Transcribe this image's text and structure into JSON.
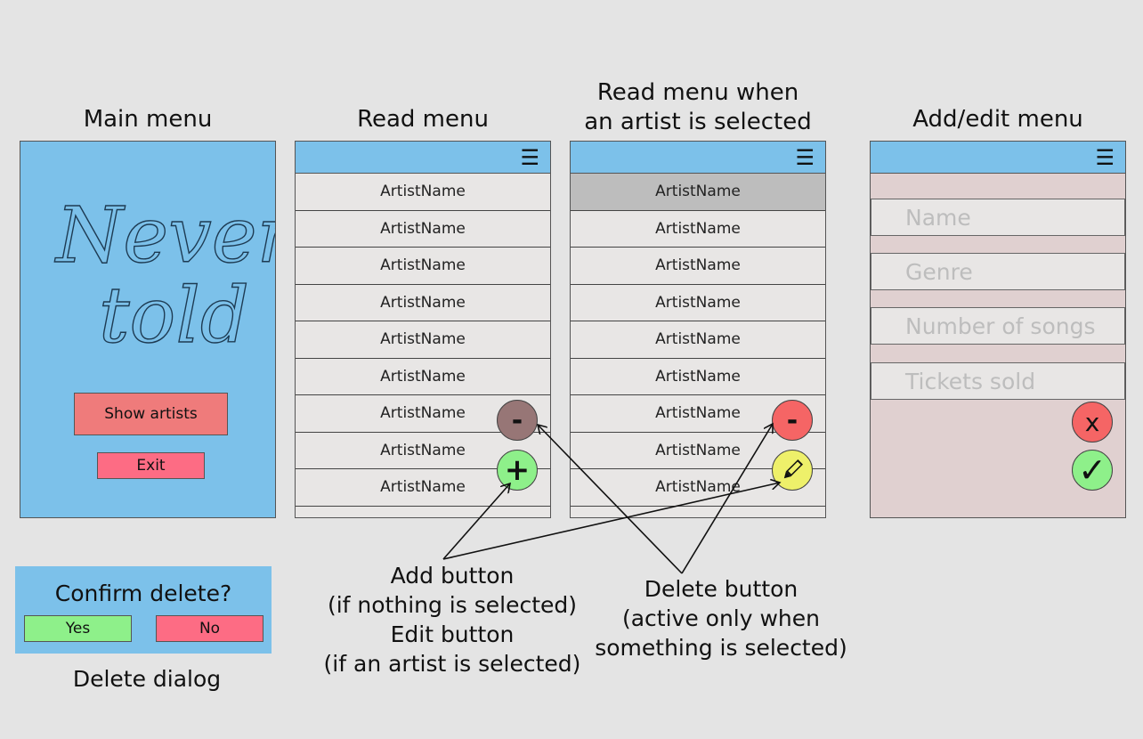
{
  "titles": {
    "main_menu": "Main menu",
    "read_menu": "Read menu",
    "read_selected": [
      "Read menu when",
      "an artist is selected"
    ],
    "add_edit": "Add/edit menu"
  },
  "main_menu": {
    "logo_text": [
      "Never",
      "told"
    ],
    "show_artists": "Show artists",
    "exit": "Exit"
  },
  "read_menu": {
    "menu_icon": "hamburger-menu-icon",
    "rows": [
      "ArtistName",
      "ArtistName",
      "ArtistName",
      "ArtistName",
      "ArtistName",
      "ArtistName",
      "ArtistName",
      "ArtistName",
      "ArtistName"
    ],
    "delete_label": "-",
    "add_label": "+"
  },
  "read_selected": {
    "menu_icon": "hamburger-menu-icon",
    "rows": [
      "ArtistName",
      "ArtistName",
      "ArtistName",
      "ArtistName",
      "ArtistName",
      "ArtistName",
      "ArtistName",
      "ArtistName",
      "ArtistName"
    ],
    "selected_index": 0,
    "delete_label": "-",
    "edit_icon": "pencil-icon"
  },
  "add_edit": {
    "menu_icon": "hamburger-menu-icon",
    "fields": [
      "Name",
      "Genre",
      "Number of songs",
      "Tickets sold"
    ],
    "cancel_label": "x",
    "confirm_label": "✓"
  },
  "delete_dialog": {
    "question": "Confirm delete?",
    "yes": "Yes",
    "no": "No",
    "caption": "Delete dialog"
  },
  "annotations": {
    "add_edit": [
      "Add button",
      "(if nothing is selected)",
      "Edit button",
      "(if an artist is selected)"
    ],
    "delete": [
      "Delete button",
      "(active only when",
      "something is selected)"
    ]
  },
  "colors": {
    "background": "#e4e4e4",
    "screen_blue": "#7cc1ea",
    "list_bg": "#e8e6e5",
    "selected_row": "#bdbdbd",
    "form_bg": "#e0d0d0",
    "show_artists": "#ef7b7b",
    "exit": "#fd6c84",
    "yes": "#8ef08a",
    "no": "#fd6c84",
    "delete_inactive": "#977676",
    "delete_active": "#f56565",
    "add": "#8ef08a",
    "edit": "#eef06a"
  }
}
